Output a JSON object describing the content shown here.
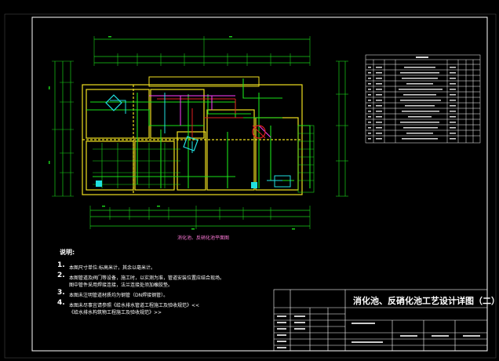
{
  "drawing": {
    "title": "消化池、反硝化池工艺设计详图（二）",
    "notes_heading": "说明:",
    "notes": [
      {
        "num": "1.",
        "text": "本图尺寸单位:标高米计，其余以毫米计。"
      },
      {
        "num": "2.",
        "text": "本图管道及阀门等设备，施工时，以实测为准，管道安装位置应结合现场。"
      },
      {
        "num": "",
        "text": "图中管件采用焊接连接，法兰连接处须加橡胶垫。"
      },
      {
        "num": "3.",
        "text": "本图未注明管道材质均为钢管（DN焊接钢管）。"
      },
      {
        "num": "4.",
        "text": "本图未尽事宜请参照《给水排水管道工程施工及验收规范》<<"
      },
      {
        "num": "",
        "text": "《给水排水构筑物工程施工及验收规范》>>"
      }
    ],
    "plan_caption": "消化池、反硝化池平面图"
  },
  "colors": {
    "background": "#000000",
    "frame": "#ffffff",
    "wall": "#f0e020",
    "pipe_green": "#19e019",
    "pipe_red": "#e02020",
    "pipe_magenta": "#ff40ff",
    "pipe_cyan": "#20e0e0",
    "dim": "#19d019"
  }
}
